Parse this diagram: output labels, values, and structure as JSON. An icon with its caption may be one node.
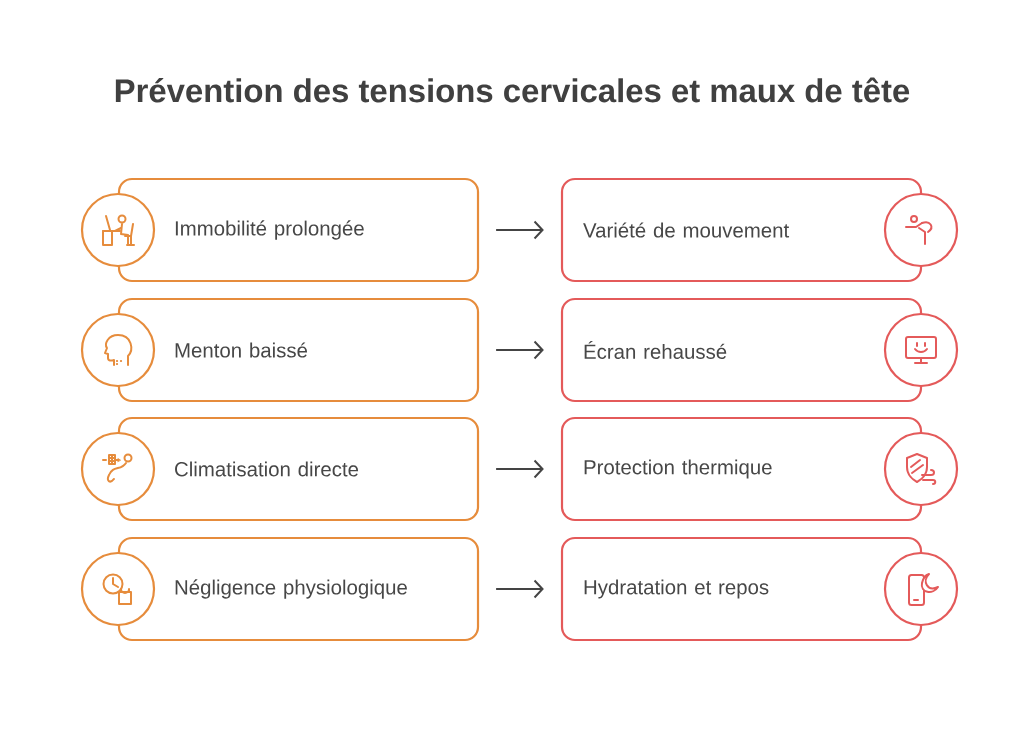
{
  "diagram": {
    "title": "Prévention des tensions cervicales et maux de tête",
    "nodes": [
      {
        "text": [
          "Immobilité prolongée"
        ]
      },
      {
        "text": [
          "Variété de mouvement"
        ]
      },
      {
        "text": [
          "Menton baissé"
        ]
      },
      {
        "text": [
          "Écran rehaussé"
        ]
      },
      {
        "text": [
          "Climatisation directe"
        ]
      },
      {
        "text": [
          "Protection thermique"
        ]
      },
      {
        "text": [
          "Négligence physiologique"
        ]
      },
      {
        "text": [
          "Hydratation et repos"
        ]
      }
    ],
    "edges": [
      {
        "from": 0,
        "to": 1,
        "arrow": "to"
      },
      {
        "from": 2,
        "to": 3,
        "arrow": "to"
      },
      {
        "from": 4,
        "to": 5,
        "arrow": "to"
      },
      {
        "from": 6,
        "to": 7,
        "arrow": "to"
      }
    ]
  }
}
